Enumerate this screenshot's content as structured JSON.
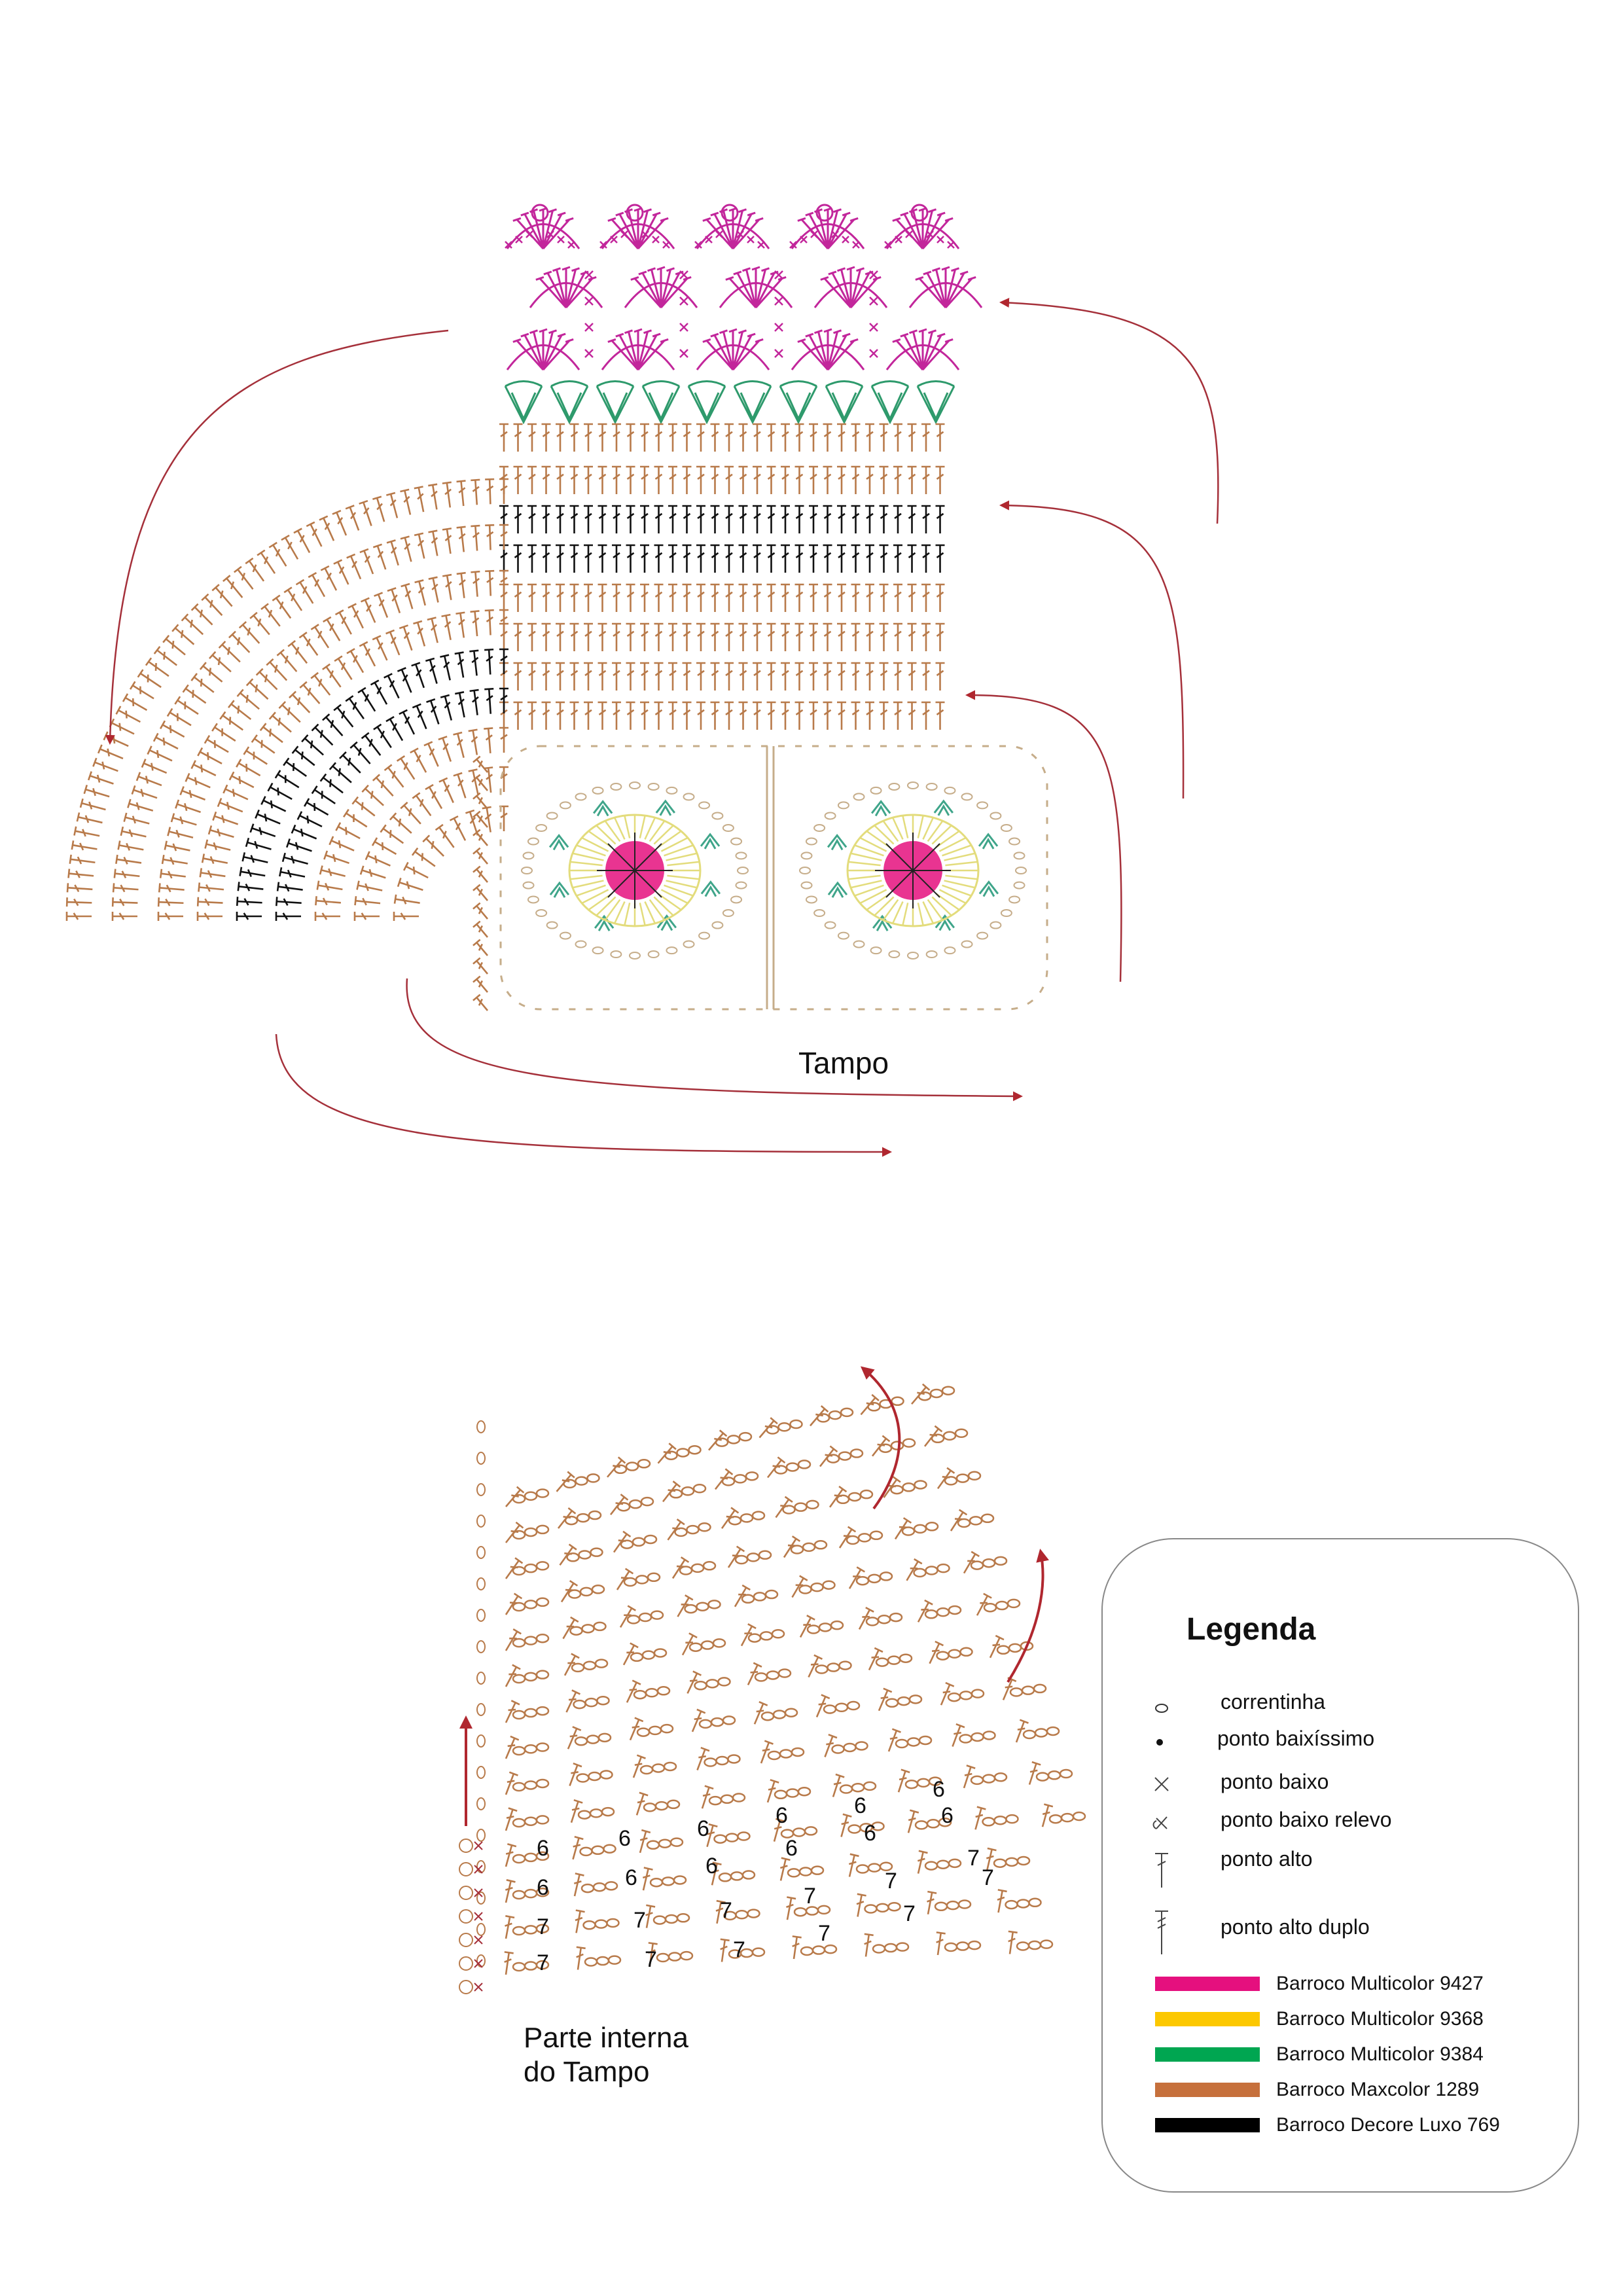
{
  "diagram": {
    "tampo_label": "Tampo",
    "interna_label_line1": "Parte interna",
    "interna_label_line2": "do Tampo",
    "row_numbers": [
      "6",
      "6",
      "6",
      "6",
      "6",
      "6",
      "6",
      "6",
      "6",
      "6",
      "6",
      "6",
      "7",
      "7",
      "7",
      "7",
      "7",
      "7",
      "7",
      "7",
      "7",
      "7",
      "7",
      "7"
    ]
  },
  "legend": {
    "title": "Legenda",
    "symbols": [
      {
        "icon": "chain-oval-icon",
        "label": "correntinha"
      },
      {
        "icon": "dot-icon",
        "label": "ponto baixíssimo"
      },
      {
        "icon": "cross-icon",
        "label": "ponto baixo"
      },
      {
        "icon": "relief-cross-icon",
        "label": "ponto baixo relevo"
      },
      {
        "icon": "double-crochet-icon",
        "label": "ponto alto"
      },
      {
        "icon": "treble-crochet-icon",
        "label": "ponto alto duplo"
      }
    ],
    "colors": [
      {
        "color": "#e5107e",
        "label": "Barroco Multicolor 9427"
      },
      {
        "color": "#fcc800",
        "label": "Barroco Multicolor 9368"
      },
      {
        "color": "#00a651",
        "label": "Barroco Multicolor 9384"
      },
      {
        "color": "#c6703c",
        "label": "Barroco Maxcolor 1289"
      },
      {
        "color": "#000000",
        "label": "Barroco Decore Luxo 769"
      }
    ]
  },
  "colors": {
    "pink": "#c2269b",
    "magenta_center": "#e5107e",
    "green": "#2e9a6c",
    "brown": "#b87a4a",
    "black": "#111111",
    "yellow": "#e3dc7c",
    "teal": "#3fa58a",
    "arrow": "#a5303a",
    "outline_tan": "#c6ad8a"
  }
}
